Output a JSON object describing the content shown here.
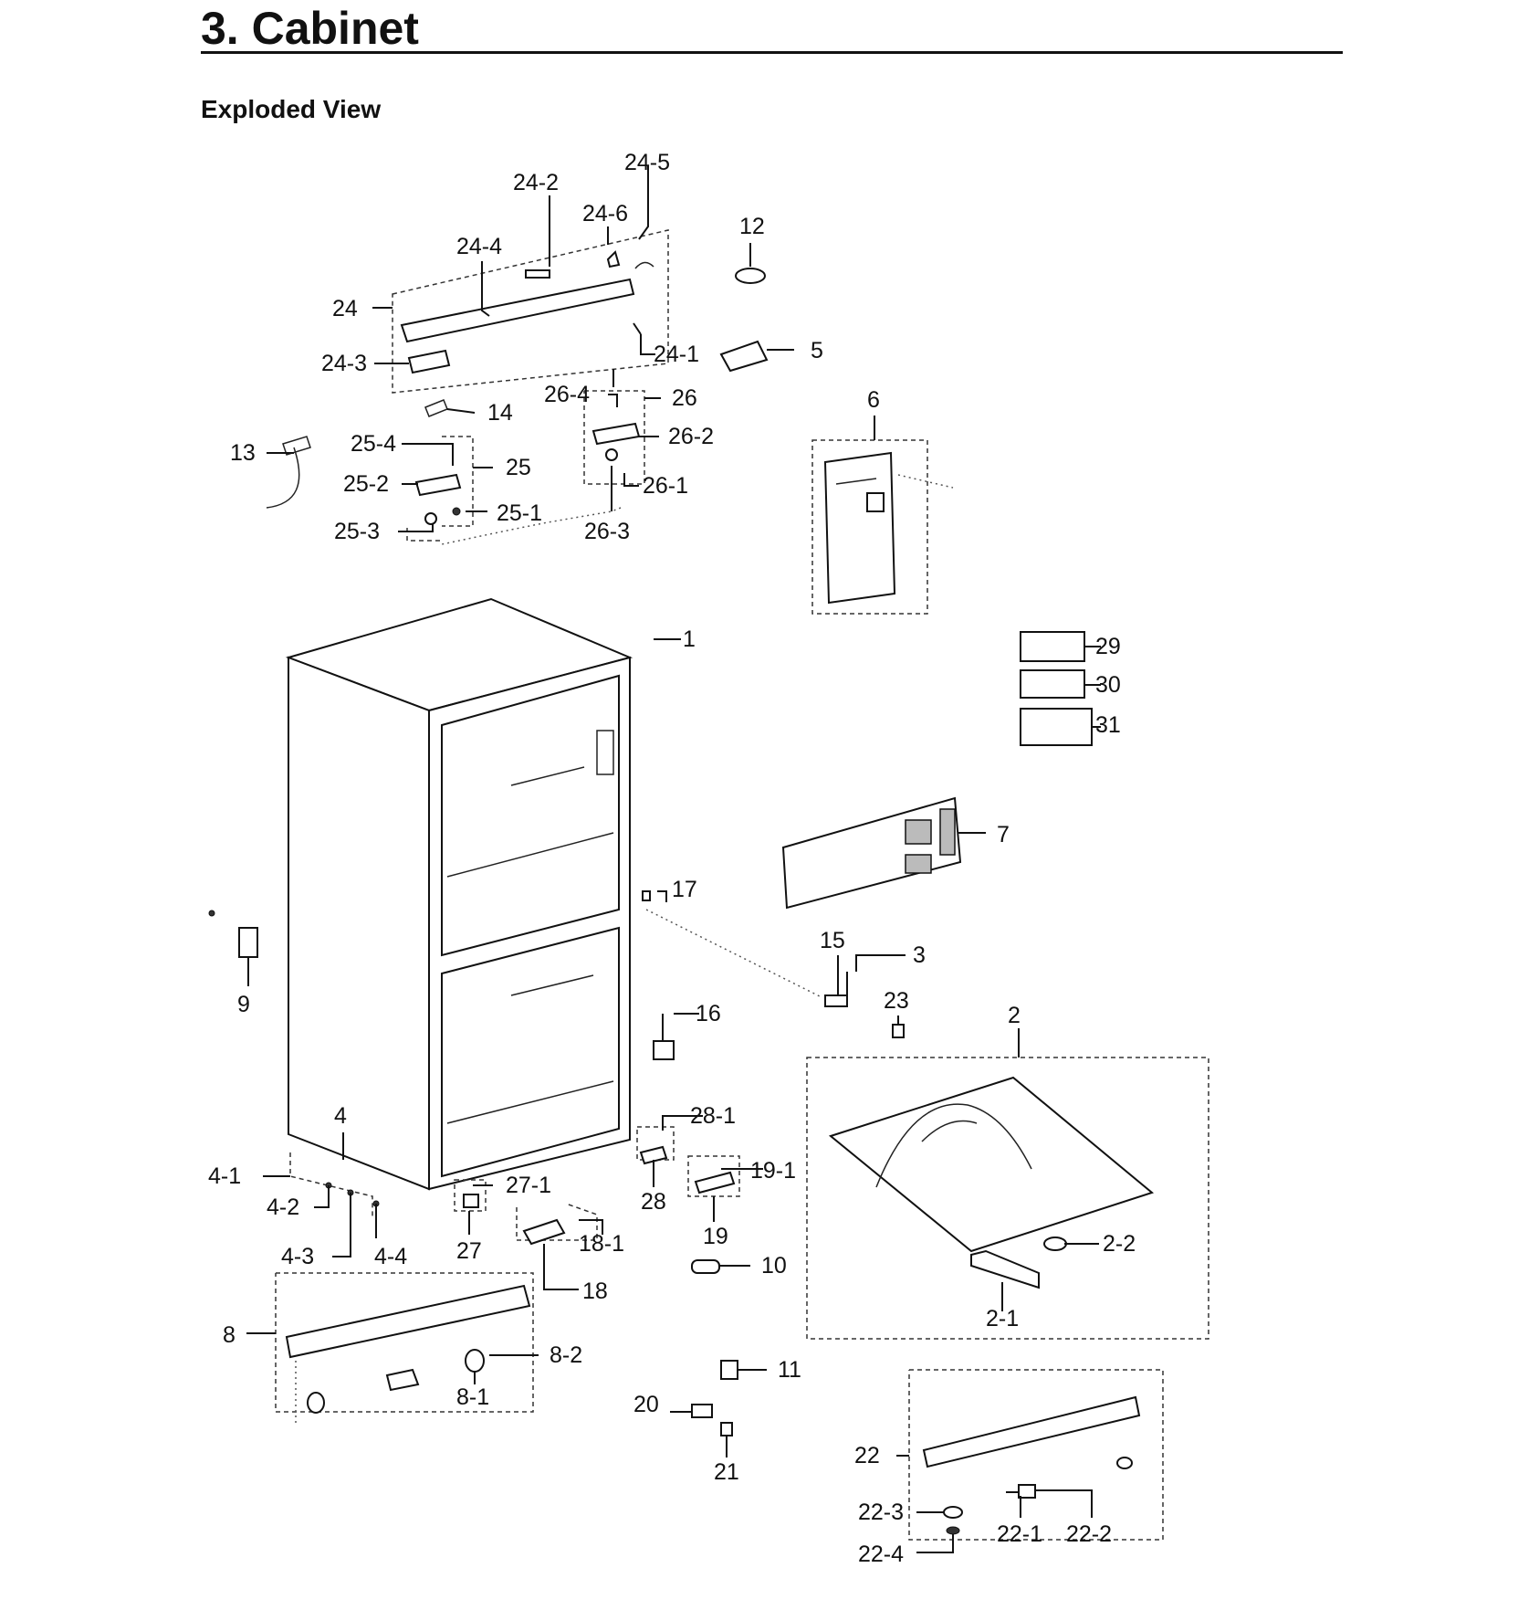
{
  "header": {
    "title": "3.  Cabinet",
    "subtitle": "Exploded View"
  },
  "callouts": {
    "c1": "1",
    "c2": "2",
    "c2_1": "2-1",
    "c2_2": "2-2",
    "c3": "3",
    "c4": "4",
    "c4_1": "4-1",
    "c4_2": "4-2",
    "c4_3": "4-3",
    "c4_4": "4-4",
    "c5": "5",
    "c6": "6",
    "c7": "7",
    "c8": "8",
    "c8_1": "8-1",
    "c8_2": "8-2",
    "c9": "9",
    "c10": "10",
    "c11": "11",
    "c12": "12",
    "c13": "13",
    "c14": "14",
    "c15": "15",
    "c16": "16",
    "c17": "17",
    "c18": "18",
    "c18_1": "18-1",
    "c19": "19",
    "c19_1": "19-1",
    "c20": "20",
    "c21": "21",
    "c22": "22",
    "c22_1": "22-1",
    "c22_2": "22-2",
    "c22_3": "22-3",
    "c22_4": "22-4",
    "c23": "23",
    "c24": "24",
    "c24_1": "24-1",
    "c24_2": "24-2",
    "c24_3": "24-3",
    "c24_4": "24-4",
    "c24_5": "24-5",
    "c24_6": "24-6",
    "c25": "25",
    "c25_1": "25-1",
    "c25_2": "25-2",
    "c25_3": "25-3",
    "c25_4": "25-4",
    "c26": "26",
    "c26_1": "26-1",
    "c26_2": "26-2",
    "c26_3": "26-3",
    "c26_4": "26-4",
    "c27": "27",
    "c27_1": "27-1",
    "c28": "28",
    "c28_1": "28-1",
    "c29": "29",
    "c30": "30",
    "c31": "31"
  }
}
